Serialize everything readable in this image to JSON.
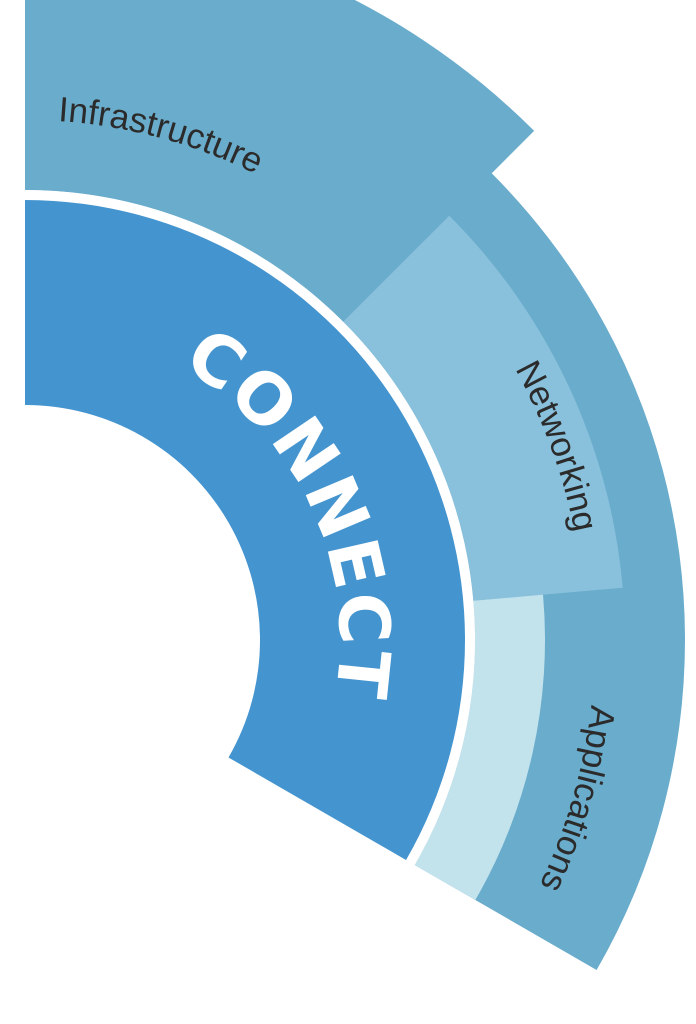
{
  "center": {
    "label": "CONNECT"
  },
  "segments": [
    {
      "label": "Infrastructure"
    },
    {
      "label": "Networking"
    },
    {
      "label": "Applications"
    }
  ],
  "colors": {
    "connect": "#4494cf",
    "infrastructure": "#6aaccc",
    "networking": "#89c1dc",
    "applications": "#c2e2ec",
    "gap": "#ffffff"
  }
}
